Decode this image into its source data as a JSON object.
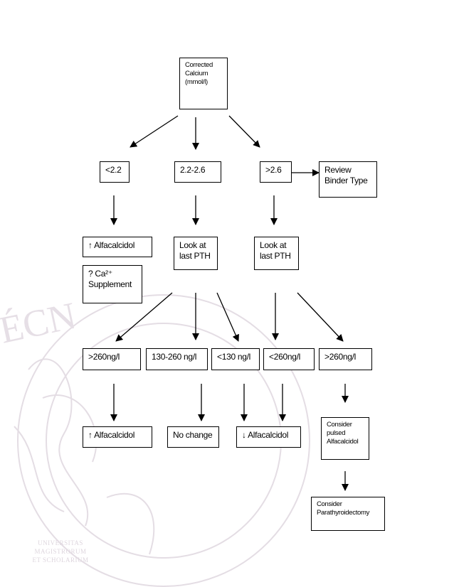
{
  "watermark": {
    "seal_text": "ÉCN",
    "motto": "UNIVERSITAS\nMAGISTRORUM\nET SCHOLARIUM"
  },
  "flow": {
    "root": "Corrected\nCalcium\n(mmol/l)",
    "ranges": {
      "low": "<2.2",
      "mid": "2.2-2.6",
      "high": ">2.6"
    },
    "review": "Review\nBinder Type",
    "low_branch": {
      "alfa_up": "↑ Alfacalcidol",
      "supplement": "? Ca²⁺\nSupplement"
    },
    "mid_branch": {
      "look_pth": "Look    at\nlast PTH",
      "over_260": ">260ng/l",
      "between": "130-260 ng/l",
      "under_130": "<130 ng/l",
      "alfa_up": "↑ Alfacalcidol",
      "no_change": "No change"
    },
    "high_branch": {
      "look_pth": "Look    at\nlast PTH",
      "under_260": "<260ng/l",
      "over_260": ">260ng/l",
      "alfa_down": "↓ Alfacalcidol",
      "pulsed": "Consider\npulsed\nAlfacalcidol",
      "parathyroidectomy": "Consider\nParathyroidectomy"
    }
  }
}
